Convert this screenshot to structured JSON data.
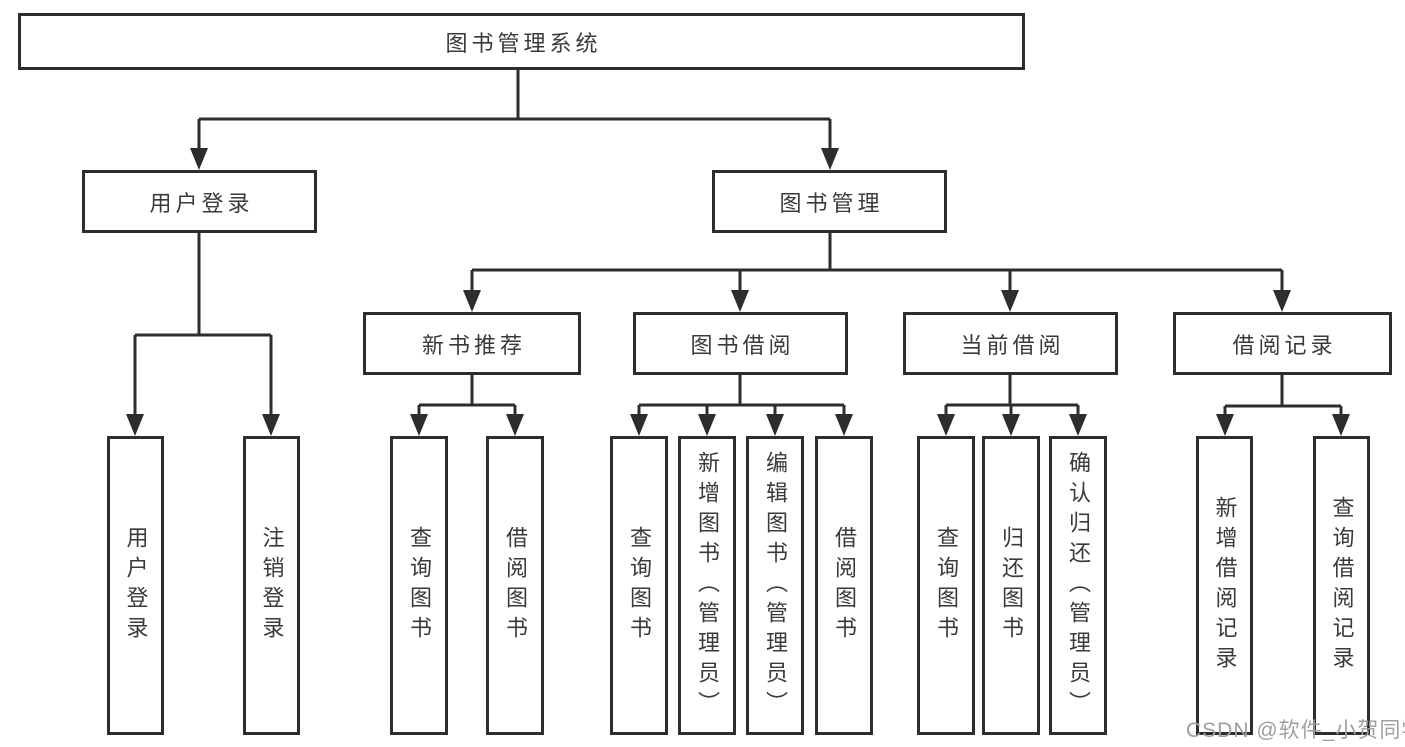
{
  "diagram": {
    "type": "hierarchy-tree",
    "watermark": "CSDN @软件_小贺同学",
    "colors": {
      "line": "#2d2d2d",
      "text": "#3a3a3a",
      "bg": "#ffffff",
      "watermark": "#9f9f9f"
    },
    "tree": {
      "label": "图书管理系统",
      "children": [
        {
          "label": "用户登录",
          "children": [
            {
              "label": "用户登录"
            },
            {
              "label": "注销登录"
            }
          ]
        },
        {
          "label": "图书管理",
          "children": [
            {
              "label": "新书推荐",
              "children": [
                {
                  "label": "查询图书"
                },
                {
                  "label": "借阅图书"
                }
              ]
            },
            {
              "label": "图书借阅",
              "children": [
                {
                  "label": "查询图书"
                },
                {
                  "label": "新增图书（管理员）"
                },
                {
                  "label": "编辑图书（管理员）"
                },
                {
                  "label": "借阅图书"
                }
              ]
            },
            {
              "label": "当前借阅",
              "children": [
                {
                  "label": "查询图书"
                },
                {
                  "label": "归还图书"
                },
                {
                  "label": "确认归还（管理员）"
                }
              ]
            },
            {
              "label": "借阅记录",
              "children": [
                {
                  "label": "新增借阅记录"
                },
                {
                  "label": "查询借阅记录"
                }
              ]
            }
          ]
        }
      ]
    }
  }
}
